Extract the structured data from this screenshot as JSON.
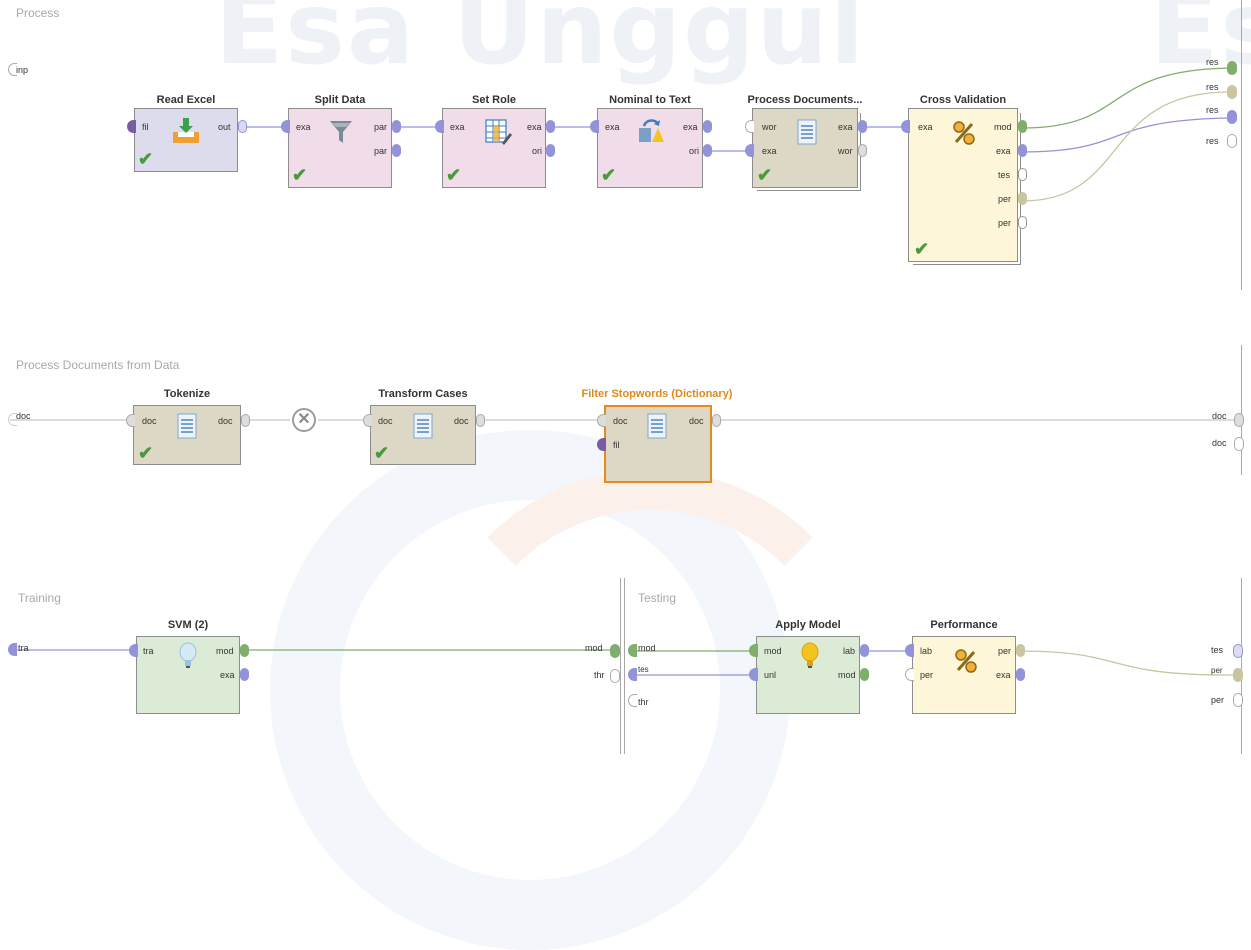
{
  "colors": {
    "data": "#9393d9",
    "model": "#7fae6d",
    "document": "#c8c8c8",
    "file": "#7b5ca3",
    "performance": "#c8c5a0",
    "selected": "#e88a1a"
  },
  "process": {
    "label": "Process",
    "input_port": "inp",
    "output_ports": [
      "res",
      "res",
      "res",
      "res"
    ],
    "operators": [
      {
        "title": "Read Excel",
        "icon": "download-tray-icon",
        "inputs": [
          "fil"
        ],
        "outputs": [
          "out"
        ]
      },
      {
        "title": "Split Data",
        "icon": "funnel-icon",
        "inputs": [
          "exa"
        ],
        "outputs": [
          "par",
          "par"
        ]
      },
      {
        "title": "Set Role",
        "icon": "table-edit-icon",
        "inputs": [
          "exa"
        ],
        "outputs": [
          "exa",
          "ori"
        ]
      },
      {
        "title": "Nominal to Text",
        "icon": "convert-icon",
        "inputs": [
          "exa"
        ],
        "outputs": [
          "exa",
          "ori"
        ]
      },
      {
        "title": "Process Documents...",
        "icon": "document-icon",
        "inputs": [
          "wor",
          "exa"
        ],
        "outputs": [
          "exa",
          "wor"
        ]
      },
      {
        "title": "Cross Validation",
        "icon": "percent-icon",
        "inputs": [
          "exa"
        ],
        "outputs": [
          "mod",
          "exa",
          "tes",
          "per",
          "per"
        ]
      }
    ]
  },
  "subprocess": {
    "label": "Process Documents from Data",
    "input_port": "doc",
    "output_ports": [
      "doc",
      "doc"
    ],
    "operators": [
      {
        "title": "Tokenize",
        "icon": "document-icon",
        "inputs": [
          "doc"
        ],
        "outputs": [
          "doc"
        ]
      },
      {
        "title": "Transform Cases",
        "icon": "document-icon",
        "inputs": [
          "doc"
        ],
        "outputs": [
          "doc"
        ]
      },
      {
        "title": "Filter Stopwords (Dictionary)",
        "icon": "document-icon",
        "inputs": [
          "doc",
          "fil"
        ],
        "outputs": [
          "doc"
        ]
      }
    ]
  },
  "training": {
    "label": "Training",
    "input_port": "tra",
    "output_ports": [
      "mod",
      "thr"
    ],
    "operators": [
      {
        "title": "SVM (2)",
        "icon": "lightbulb-icon",
        "inputs": [
          "tra"
        ],
        "outputs": [
          "mod",
          "exa"
        ]
      }
    ]
  },
  "testing": {
    "label": "Testing",
    "input_ports": [
      "mod",
      "tes",
      "thr"
    ],
    "output_ports": [
      "tes",
      "per",
      "per"
    ],
    "operators": [
      {
        "title": "Apply Model",
        "icon": "lightbulb-icon",
        "inputs": [
          "mod",
          "unl"
        ],
        "outputs": [
          "lab",
          "mod"
        ]
      },
      {
        "title": "Performance",
        "icon": "percent-icon",
        "inputs": [
          "lab",
          "per"
        ],
        "outputs": [
          "per",
          "exa"
        ]
      }
    ]
  }
}
